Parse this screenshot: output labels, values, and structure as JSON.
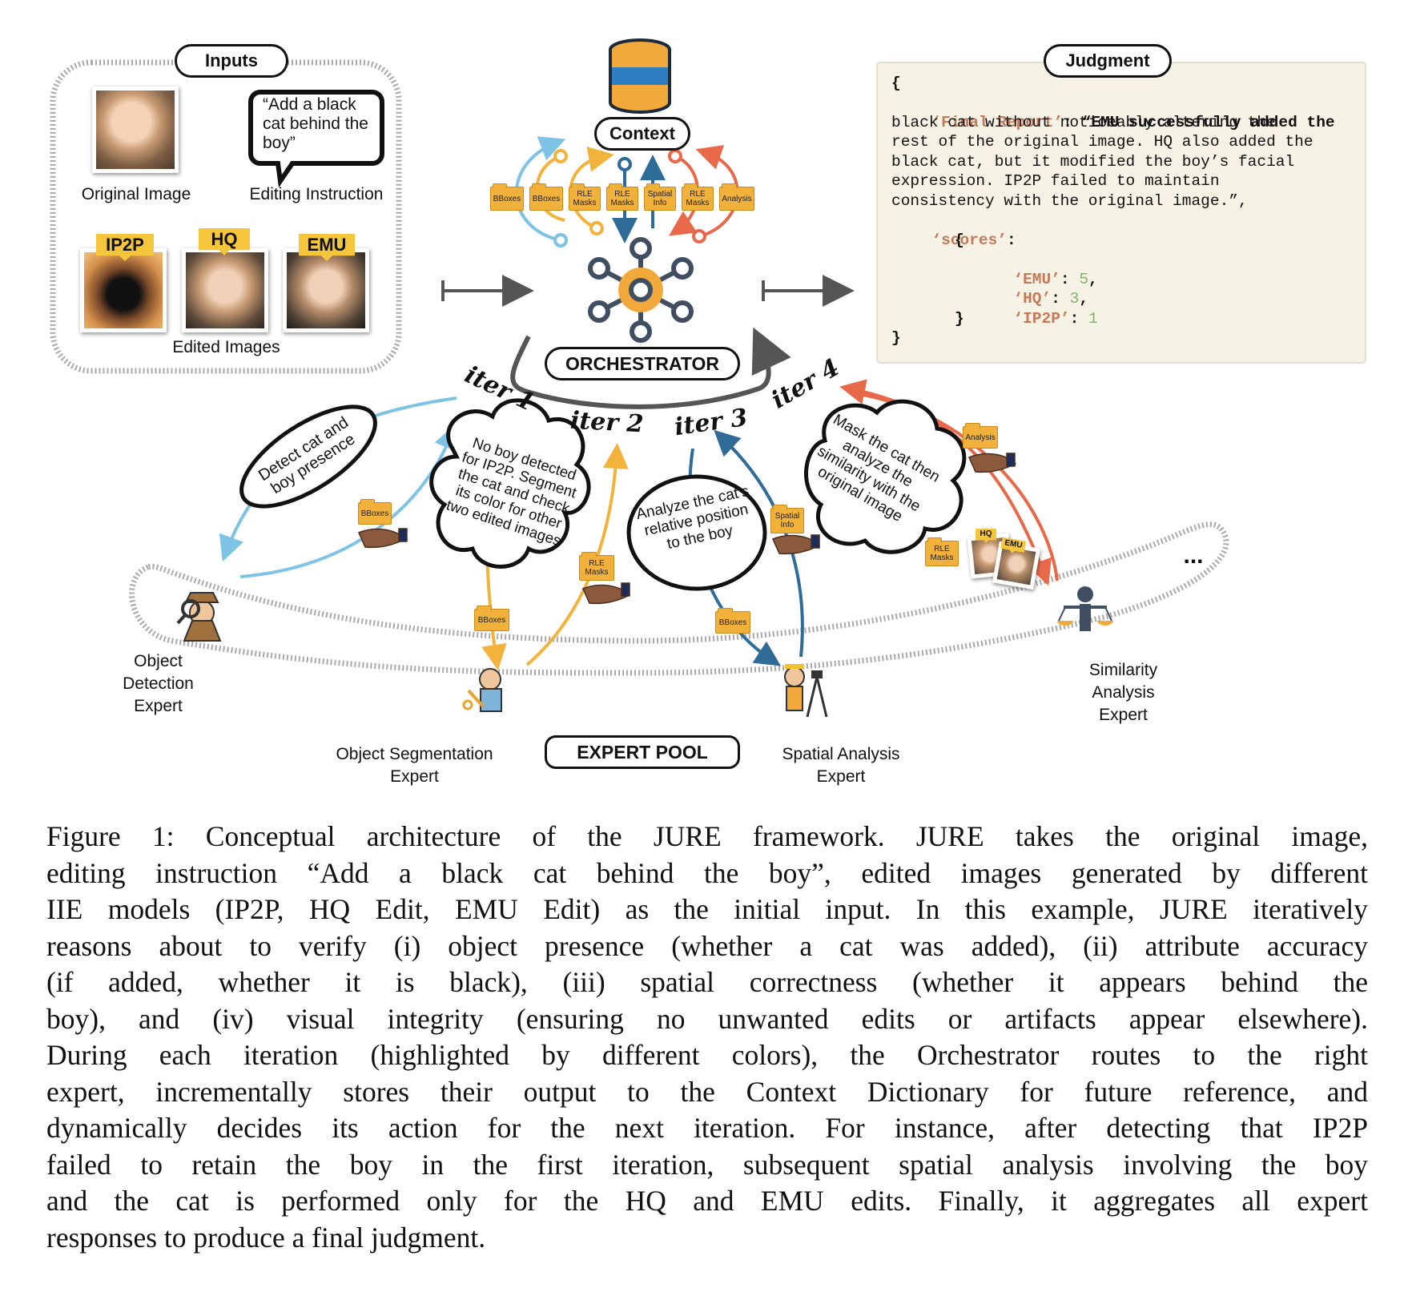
{
  "inputs": {
    "title": "Inputs",
    "original_image_label": "Original Image",
    "instruction_text": "“Add a black cat behind the boy”",
    "instruction_label": "Editing Instruction",
    "edited_tags": [
      "IP2P",
      "HQ",
      "EMU"
    ],
    "edited_label": "Edited Images"
  },
  "context": {
    "title": "Context",
    "folders": [
      "BBoxes",
      "BBoxes",
      "RLE Masks",
      "RLE Masks",
      "Spatial Info",
      "RLE Masks",
      "Analysis"
    ]
  },
  "orchestrator": {
    "title": "ORCHESTRATOR"
  },
  "judgment": {
    "title": "Judgment",
    "open_brace": "{",
    "final_report_key": "‘Final Report’",
    "report_lines": [
      "“EMU successfully added the",
      "black cat without noticeably altering the",
      "rest of the original image. HQ also added the",
      "black cat, but it modified the boy’s facial",
      "expression. IP2P failed to maintain",
      "consistency with the original image.”,"
    ],
    "scores_key": "‘scores’",
    "scores": [
      {
        "model": "‘EMU’",
        "value": "5"
      },
      {
        "model": "‘HQ’",
        "value": "3"
      },
      {
        "model": "‘IP2P’",
        "value": "1"
      }
    ],
    "close_brace": "}"
  },
  "iterations": [
    "iter 1",
    "iter 2",
    "iter 3",
    "iter 4"
  ],
  "thoughts": {
    "iter1": "Detect cat and boy presence",
    "iter2": "No boy detected for IP2P. Segment the cat and check its color for other two edited images",
    "iter3": "Analyze the cat’s relative position to the boy",
    "iter4": "Mask the cat then analyze the similarity with the original image"
  },
  "hand_folders": {
    "iter1": "BBoxes",
    "iter2_down": "BBoxes",
    "iter2_up": "RLE Masks",
    "iter3_up": "Spatial Info",
    "iter3_down": "BBoxes",
    "iter4_down": "RLE Masks",
    "iter4_up": "Analysis",
    "mini_tags": [
      "HQ",
      "EMU"
    ]
  },
  "experts": {
    "pool_title": "EXPERT POOL",
    "detection": "Object Detection Expert",
    "segmentation": "Object Segmentation Expert",
    "spatial": "Spatial Analysis Expert",
    "similarity": "Similarity Analysis Expert",
    "more": "..."
  },
  "caption_lines": [
    "Figure 1: Conceptual architecture of the JURE framework. JURE takes the original image,",
    "editing instruction “Add a black cat behind the boy”, edited images generated by different",
    "IIE models (IP2P, HQ Edit, EMU Edit) as the initial input. In this example, JURE iteratively",
    "reasons about to verify (i) object presence (whether a cat was added), (ii) attribute accuracy",
    "(if added, whether it is black), (iii) spatial correctness (whether it appears behind the",
    "boy), and (iv) visual integrity (ensuring no unwanted edits or artifacts appear elsewhere).",
    "During each iteration (highlighted by different colors), the Orchestrator routes to the right",
    "expert, incrementally stores their output to the Context Dictionary for future reference, and",
    "dynamically decides its action for the next iteration. For instance, after detecting that IP2P",
    "failed to retain the boy in the first iteration, subsequent spatial analysis involving the boy",
    "and the cat is performed only for the HQ and EMU edits. Finally, it aggregates all expert",
    "responses to produce a final judgment."
  ],
  "colors": {
    "iter1": "#7cc3e6",
    "iter2": "#f2b33d",
    "iter3": "#2e6b97",
    "iter4": "#e8694a",
    "folder": "#f1b13a",
    "orchestrator_orange": "#f2a93b",
    "orchestrator_blue": "#3f4f61"
  }
}
